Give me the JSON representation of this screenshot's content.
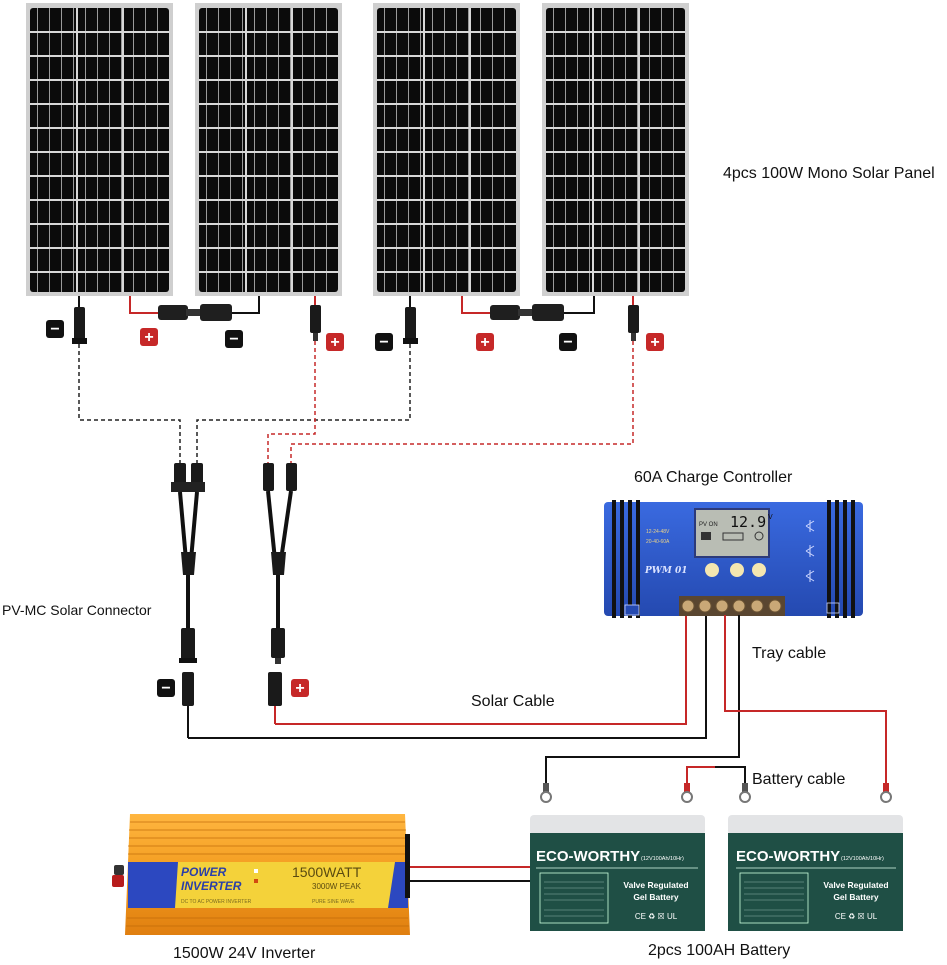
{
  "labels": {
    "solar_panels": "4pcs 100W Mono Solar Panel",
    "charge_controller": "60A Charge Controller",
    "connector": "PV-MC Solar Connector",
    "solar_cable": "Solar Cable",
    "tray_cable": "Tray cable",
    "battery_cable": "Battery cable",
    "inverter": "1500W 24V Inverter",
    "batteries": "2pcs 100AH Battery"
  },
  "polarity": {
    "negative": "−",
    "positive": "+"
  },
  "controller": {
    "display_value": "12.9",
    "display_unit": "V",
    "model": "PWM 01",
    "spec_line1": "12-24-48V",
    "spec_line2": "20-40-60A",
    "pv_label": "PV ON"
  },
  "inverter": {
    "title_line1": "POWER",
    "title_line2": "INVERTER",
    "rating": "1500WATT",
    "peak": "3000W PEAK",
    "wave": "PURE SINE WAVE",
    "footer": "DC TO AC POWER INVERTER"
  },
  "battery": {
    "brand": "ECO-WORTHY",
    "spec": "(12V100Ah/10Hr)",
    "type_line1": "Valve Regulated",
    "type_line2": "Gel Battery",
    "certs": "CE ♻ ☒ UL"
  },
  "colors": {
    "positive": "#c62828",
    "negative": "#111111",
    "controller_blue": "#2a56c6",
    "inverter_orange": "#f0a020",
    "battery_green": "#1f4f45"
  }
}
